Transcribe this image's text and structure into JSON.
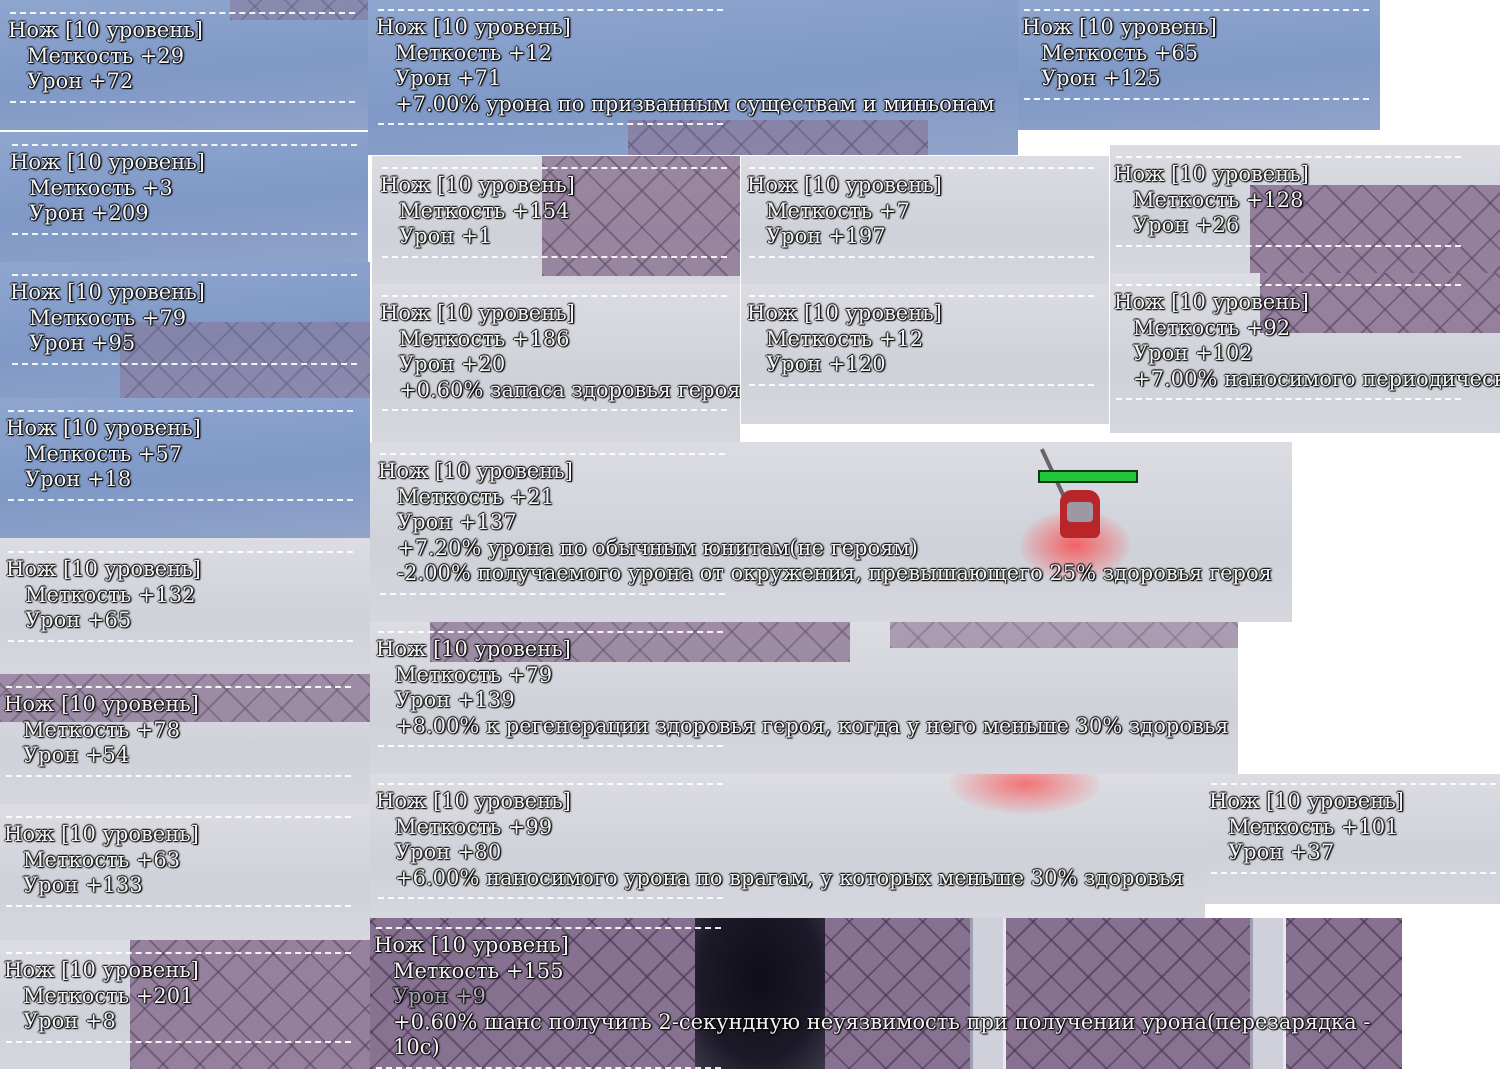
{
  "item_title": "Нож [10 уровень]",
  "panels": [
    {
      "id": "p01",
      "title": "Нож [10 уровень]",
      "accuracy": "Меткость +29",
      "damage": "Урон +72",
      "extras": []
    },
    {
      "id": "p02",
      "title": "Нож [10 уровень]",
      "accuracy": "Меткость +12",
      "damage": "Урон +71",
      "extras": [
        "+7.00% урона по призванным существам и миньонам"
      ]
    },
    {
      "id": "p03",
      "title": "Нож [10 уровень]",
      "accuracy": "Меткость +65",
      "damage": "Урон +125",
      "extras": []
    },
    {
      "id": "p04",
      "title": "Нож [10 уровень]",
      "accuracy": "Меткость +3",
      "damage": "Урон +209",
      "extras": []
    },
    {
      "id": "p05",
      "title": "Нож [10 уровень]",
      "accuracy": "Меткость +154",
      "damage": "Урон +1",
      "extras": []
    },
    {
      "id": "p06",
      "title": "Нож [10 уровень]",
      "accuracy": "Меткость +7",
      "damage": "Урон +197",
      "extras": []
    },
    {
      "id": "p07",
      "title": "Нож [10 уровень]",
      "accuracy": "Меткость +128",
      "damage": "Урон +26",
      "extras": []
    },
    {
      "id": "p08",
      "title": "Нож [10 уровень]",
      "accuracy": "Меткость +79",
      "damage": "Урон +95",
      "extras": []
    },
    {
      "id": "p09",
      "title": "Нож [10 уровень]",
      "accuracy": "Меткость +186",
      "damage": "Урон +20",
      "extras": [
        "+0.60% запаса здоровья героя"
      ]
    },
    {
      "id": "p10",
      "title": "Нож [10 уровень]",
      "accuracy": "Меткость +12",
      "damage": "Урон +120",
      "extras": []
    },
    {
      "id": "p11",
      "title": "Нож [10 уровень]",
      "accuracy": "Меткость +92",
      "damage": "Урон +102",
      "extras": [
        "+7.00% наносимого периодическ"
      ]
    },
    {
      "id": "p12",
      "title": "Нож [10 уровень]",
      "accuracy": "Меткость +57",
      "damage": "Урон +18",
      "extras": []
    },
    {
      "id": "p13",
      "title": "Нож [10 уровень]",
      "accuracy": "Меткость +21",
      "damage": "Урон +137",
      "extras": [
        "+7.20% урона по обычным юнитам(не героям)",
        "-2.00% получаемого урона от окружения, превышающего 25% здоровья героя"
      ]
    },
    {
      "id": "p14",
      "title": "Нож [10 уровень]",
      "accuracy": "Меткость +132",
      "damage": "Урон +65",
      "extras": []
    },
    {
      "id": "p15",
      "title": "Нож [10 уровень]",
      "accuracy": "Меткость +79",
      "damage": "Урон +139",
      "extras": [
        "+8.00% к регенерации здоровья героя, когда у него меньше 30% здоровья"
      ]
    },
    {
      "id": "p16",
      "title": "Нож [10 уровень]",
      "accuracy": "Меткость +78",
      "damage": "Урон +54",
      "extras": []
    },
    {
      "id": "p17",
      "title": "Нож [10 уровень]",
      "accuracy": "Меткость +99",
      "damage": "Урон +80",
      "extras": [
        "+6.00% наносимого урона по врагам, у которых меньше 30% здоровья"
      ]
    },
    {
      "id": "p18",
      "title": "Нож [10 уровень]",
      "accuracy": "Меткость +101",
      "damage": "Урон +37",
      "extras": []
    },
    {
      "id": "p19",
      "title": "Нож [10 уровень]",
      "accuracy": "Меткость +63",
      "damage": "Урон +133",
      "extras": []
    },
    {
      "id": "p20",
      "title": "Нож [10 уровень]",
      "accuracy": "Меткость +155",
      "damage": "Урон +9",
      "extras": [
        "+0.60% шанс получить 2-секундную неуязвимость при получении урона(перезарядка - 10с)"
      ]
    },
    {
      "id": "p21",
      "title": "Нож [10 уровень]",
      "accuracy": "Меткость +201",
      "damage": "Урон +8",
      "extras": []
    }
  ],
  "colors": {
    "text": "#f4f4f4",
    "text_faded": "#a9a9b4",
    "separator": "#ffffff",
    "panel_blue": "#8fa6cf",
    "panel_snow": "#d6d7de",
    "tile_purple": "#8a7292",
    "hp_bar": "#23c53a",
    "hero_glow": "#ff3c3c"
  },
  "icons": [
    "hero-unit-icon",
    "health-bar-icon"
  ]
}
